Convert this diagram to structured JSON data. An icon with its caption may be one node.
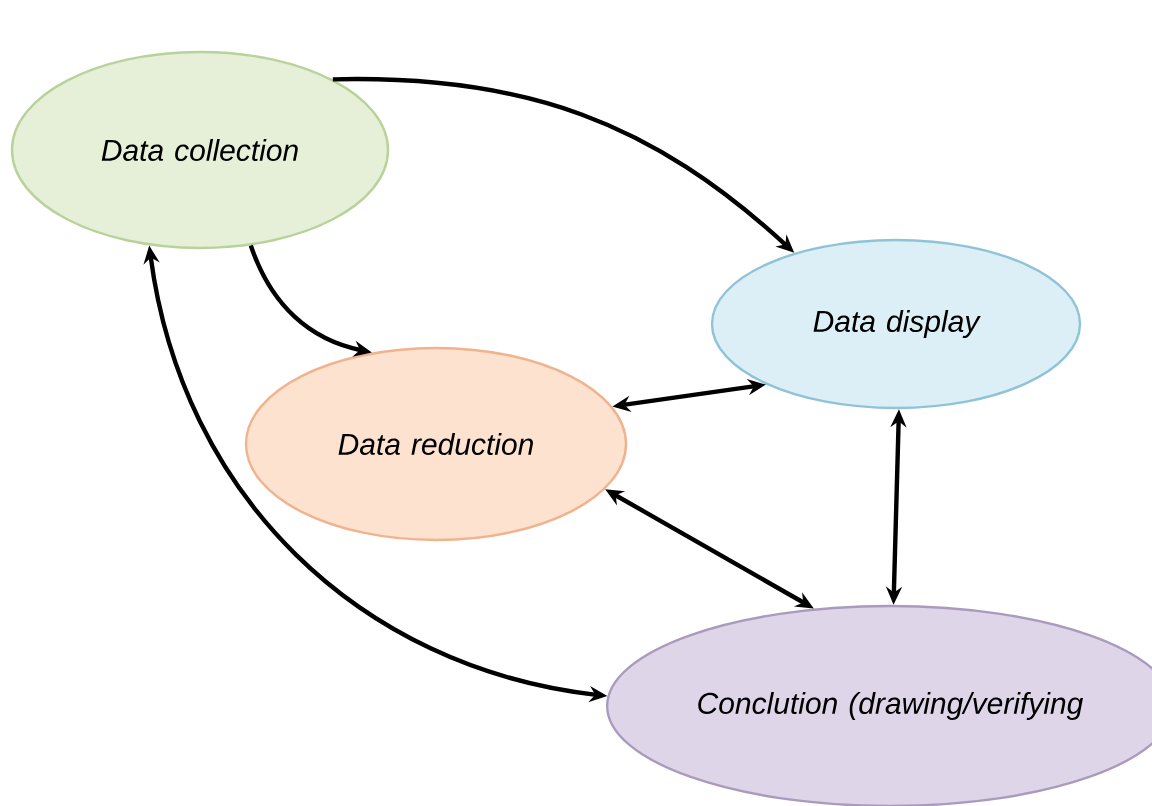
{
  "diagram": {
    "nodes": [
      {
        "text": [
          "Data collection"
        ]
      },
      {
        "text": [
          "Data display"
        ]
      },
      {
        "text": [
          "Data reduction"
        ]
      },
      {
        "text": [
          "Conclution (drawing/verifying"
        ]
      }
    ],
    "edges": [
      {
        "from": 0,
        "to": 1,
        "arrow": "to"
      },
      {
        "from": 0,
        "to": 2,
        "arrow": "to"
      },
      {
        "from": 2,
        "to": 1,
        "arrow": "both"
      },
      {
        "from": 2,
        "to": 3,
        "arrow": "both"
      },
      {
        "from": 1,
        "to": 3,
        "arrow": "both"
      },
      {
        "from": 3,
        "to": 0,
        "arrow": "both"
      }
    ]
  }
}
